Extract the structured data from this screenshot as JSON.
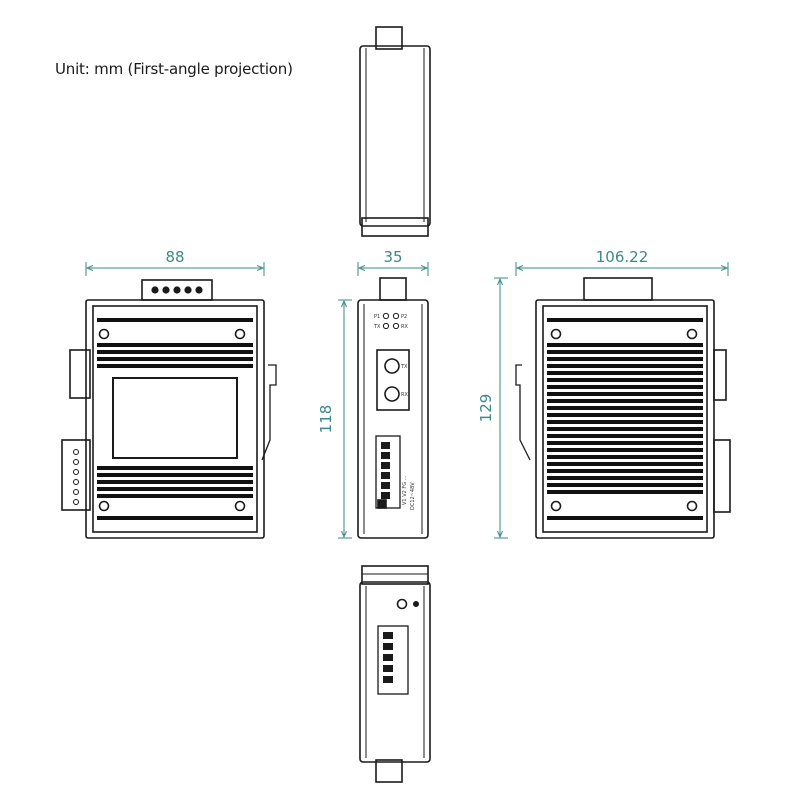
{
  "caption": "Unit: mm (First-angle projection)",
  "dimensions": {
    "front_width": "88",
    "side_width": "35",
    "back_width": "106.22",
    "front_height": "118",
    "back_height": "129"
  },
  "side_panel_labels": {
    "led_p1": "P1",
    "led_p2": "P2",
    "led_tx": "TX",
    "led_rx": "RX",
    "port_1": "TX",
    "port_2": "RX",
    "terminal": "V1 V2 FG ...",
    "terminal_note": "DC12~48V"
  },
  "colors": {
    "line": "#1a1a1a",
    "dimension": "#3a8a88",
    "fin": "#111111"
  },
  "views": [
    "top-view",
    "front-view",
    "side-view",
    "back-view",
    "bottom-view"
  ]
}
